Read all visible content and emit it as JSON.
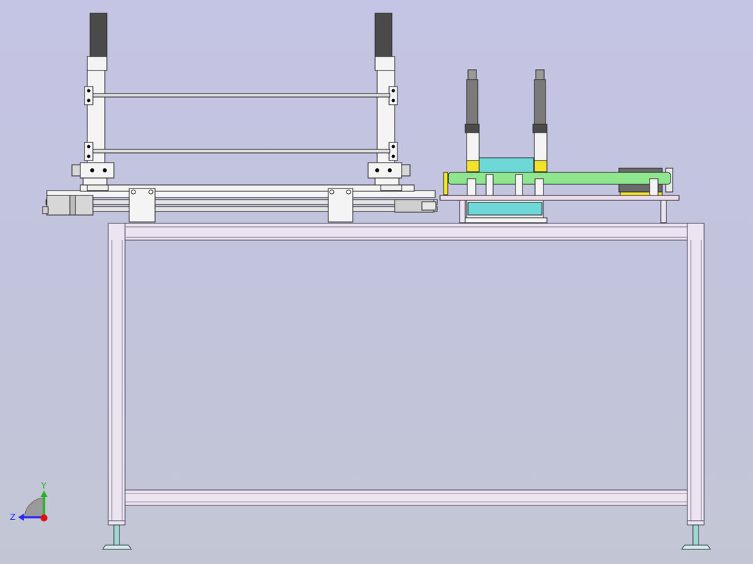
{
  "view": {
    "background": "#c3c5df",
    "edge_color": "#1e1e1e"
  },
  "colors": {
    "frame": "#ece4f1",
    "frame_edge": "#6c6c82",
    "metal_light": "#f4f4f4",
    "metal_mid": "#d7d7d7",
    "rod": "#dcdcdc",
    "dark_pad": "#4a4a4a",
    "pink_plate": "#ecdcec",
    "green_roller": "#8ee68e",
    "yellow_block": "#f2e22a",
    "cyan_plate": "#6ed8d8",
    "cyan_dark": "#2aa8b8",
    "cylinder": "#7a7a7a",
    "foot": "#9ed8d0"
  },
  "parts": [
    "table-frame",
    "leveling-foot-left",
    "leveling-foot-right",
    "gantry-left-column",
    "gantry-right-column",
    "guide-rod-upper",
    "guide-rod-lower",
    "linear-slide",
    "feed-plate",
    "green-roller",
    "press-cylinder-left",
    "press-cylinder-right"
  ],
  "triad": {
    "y_label": "Y",
    "z_label": "Z",
    "y_color": "#22b422",
    "z_color": "#2a2aff",
    "x_color": "#e01010"
  }
}
